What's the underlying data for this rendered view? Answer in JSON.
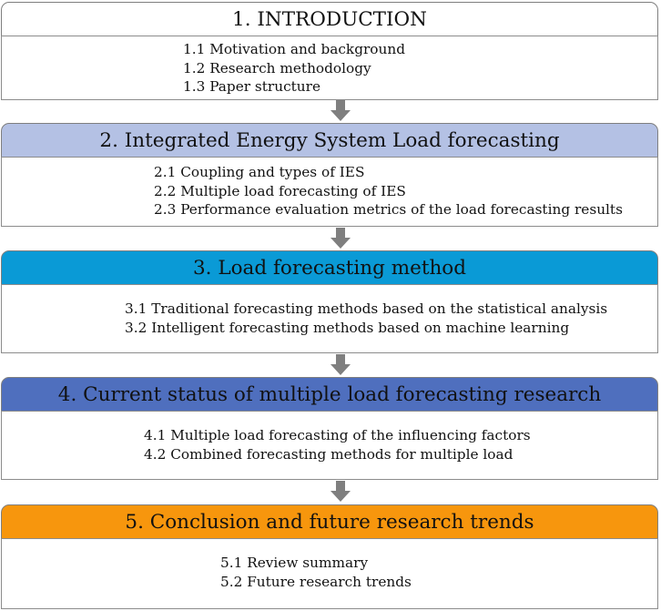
{
  "sections": [
    {
      "title": "1. INTRODUCTION",
      "color": "#ffffff",
      "items": [
        "1.1 Motivation and background",
        "1.2 Research methodology",
        "1.3 Paper structure"
      ]
    },
    {
      "title": "2. Integrated Energy System Load forecasting",
      "color": "#b4c1e4",
      "items": [
        "2.1 Coupling and types of IES",
        "2.2 Multiple load forecasting of IES",
        "2.3 Performance evaluation metrics of the load forecasting results"
      ]
    },
    {
      "title": "3. Load forecasting method",
      "color": "#0a9ad6",
      "items": [
        "3.1 Traditional forecasting methods based on the statistical analysis",
        "3.2 Intelligent forecasting methods based on machine learning"
      ]
    },
    {
      "title": "4. Current status of multiple load forecasting research",
      "color": "#4f6fbe",
      "items": [
        "4.1 Multiple load forecasting of the influencing factors",
        "4.2 Combined forecasting methods for multiple load"
      ]
    },
    {
      "title": "5. Conclusion and future research trends",
      "color": "#f7960d",
      "items": [
        "5.1 Review summary",
        "5.2 Future research trends"
      ]
    }
  ],
  "arrow_color": "#7f7f7f"
}
